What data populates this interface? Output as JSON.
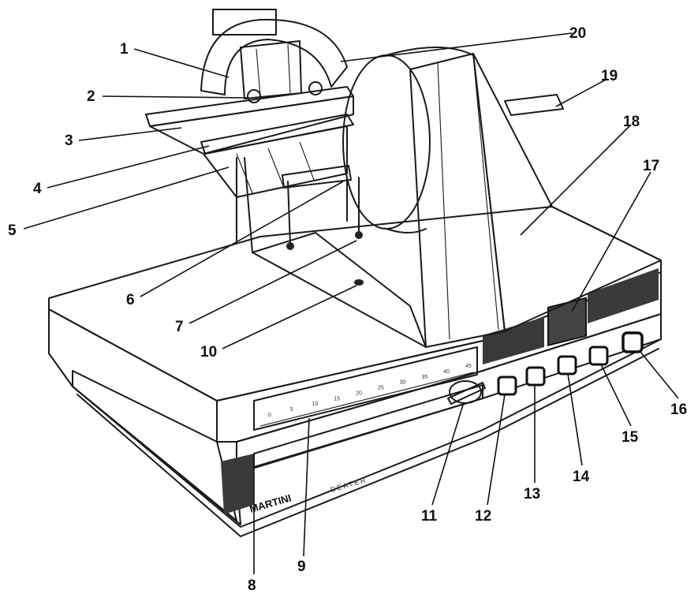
{
  "brand": {
    "name": "MARTINI",
    "model": "DEATER"
  },
  "callouts": [
    {
      "number": "1"
    },
    {
      "number": "2"
    },
    {
      "number": "3"
    },
    {
      "number": "4"
    },
    {
      "number": "5"
    },
    {
      "number": "6"
    },
    {
      "number": "7"
    },
    {
      "number": "8"
    },
    {
      "number": "9"
    },
    {
      "number": "10"
    },
    {
      "number": "11"
    },
    {
      "number": "12"
    },
    {
      "number": "13"
    },
    {
      "number": "14"
    },
    {
      "number": "15"
    },
    {
      "number": "16"
    },
    {
      "number": "17"
    },
    {
      "number": "18"
    },
    {
      "number": "19"
    },
    {
      "number": "20"
    }
  ],
  "scale": {
    "ticks": [
      "0",
      "5",
      "10",
      "15",
      "20",
      "25",
      "30",
      "35",
      "40",
      "45"
    ]
  },
  "colors": {
    "ink": "#1a1a1a",
    "panel": "#3a3a3a",
    "paper": "#ffffff"
  }
}
